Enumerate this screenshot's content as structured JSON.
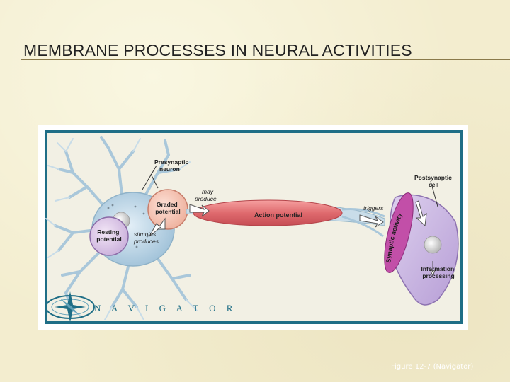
{
  "slide": {
    "title": "MEMBRANE PROCESSES IN NEURAL ACTIVITIES",
    "caption": "Figure 12-7 (Navigator)"
  },
  "figure": {
    "presynaptic_neuron": "Presynaptic\nneuron",
    "graded_potential": "Graded\npotential",
    "resting_potential": "Resting\npotential",
    "may_produce": "may\nproduce",
    "stimulus_produces": "stimulus\nproduces",
    "action_potential": "Action potential",
    "triggers": "triggers",
    "synaptic_activity": "Synaptic activity",
    "postsynaptic_cell": "Postsynaptic\ncell",
    "information_processing": "Information\nprocessing",
    "navigator_wordmark": "N A V I G A T O R"
  },
  "colors": {
    "frame_border": "#1f6e86",
    "action_potential": "#e06b6f",
    "synaptic_band": "#c24fa8",
    "postsynaptic_cell": "#c9b6e2",
    "neuron_body": "#b9d5e6"
  }
}
